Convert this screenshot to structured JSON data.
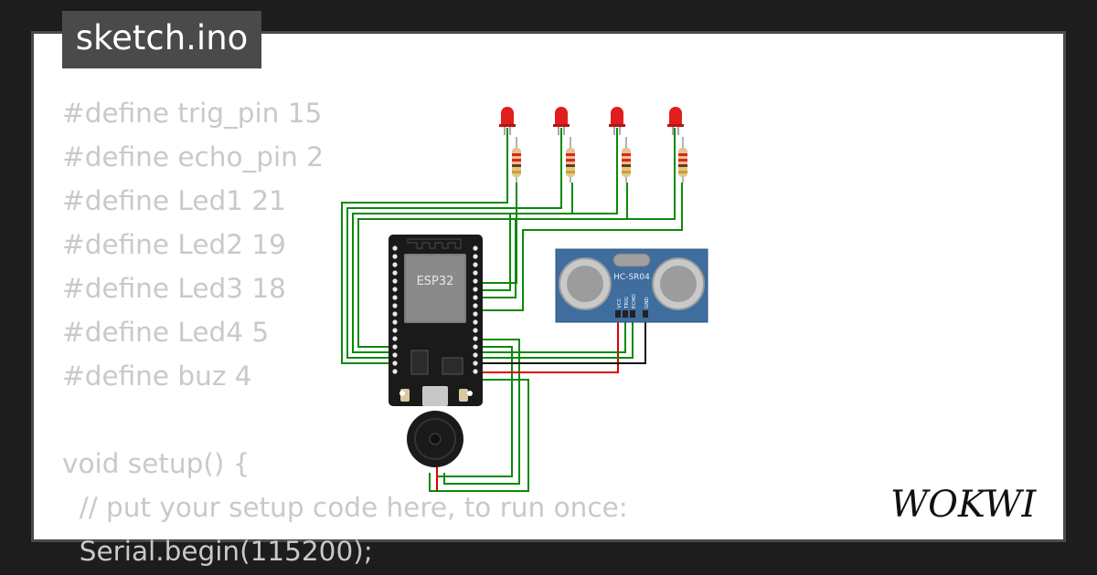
{
  "file_tab": {
    "label": "sketch.ino"
  },
  "code_lines": [
    "#define trig_pin 15",
    "#define echo_pin 2",
    "#define Led1 21",
    "#define Led2 19",
    "#define Led3 18",
    "#define Led4 5",
    "#define buz 4",
    "",
    "void setup() {",
    "  // put your setup code here, to run once:",
    "  Serial.begin(115200);"
  ],
  "board": {
    "chip_label": "ESP32"
  },
  "sensor": {
    "model_label": "HC-SR04",
    "pin_labels": [
      "VCC",
      "TRIG",
      "ECHO",
      "GND"
    ]
  },
  "brand": {
    "logo_text": "WOKWI"
  },
  "colors": {
    "background": "#1d1d1d",
    "card": "#ffffff",
    "tab": "#4a4a4a",
    "code_text": "#c9c9c9",
    "wire_green": "#0a8a0a",
    "wire_red": "#e00000",
    "wire_black": "#111111",
    "led_red": "#e11d1d",
    "board_black": "#1a1a1a",
    "sensor_blue": "#3e6d9e"
  },
  "icons": {
    "leds": "led-icon",
    "resistors": "resistor-icon",
    "buzzer": "buzzer-icon",
    "logo": "wokwi-logo-icon"
  }
}
